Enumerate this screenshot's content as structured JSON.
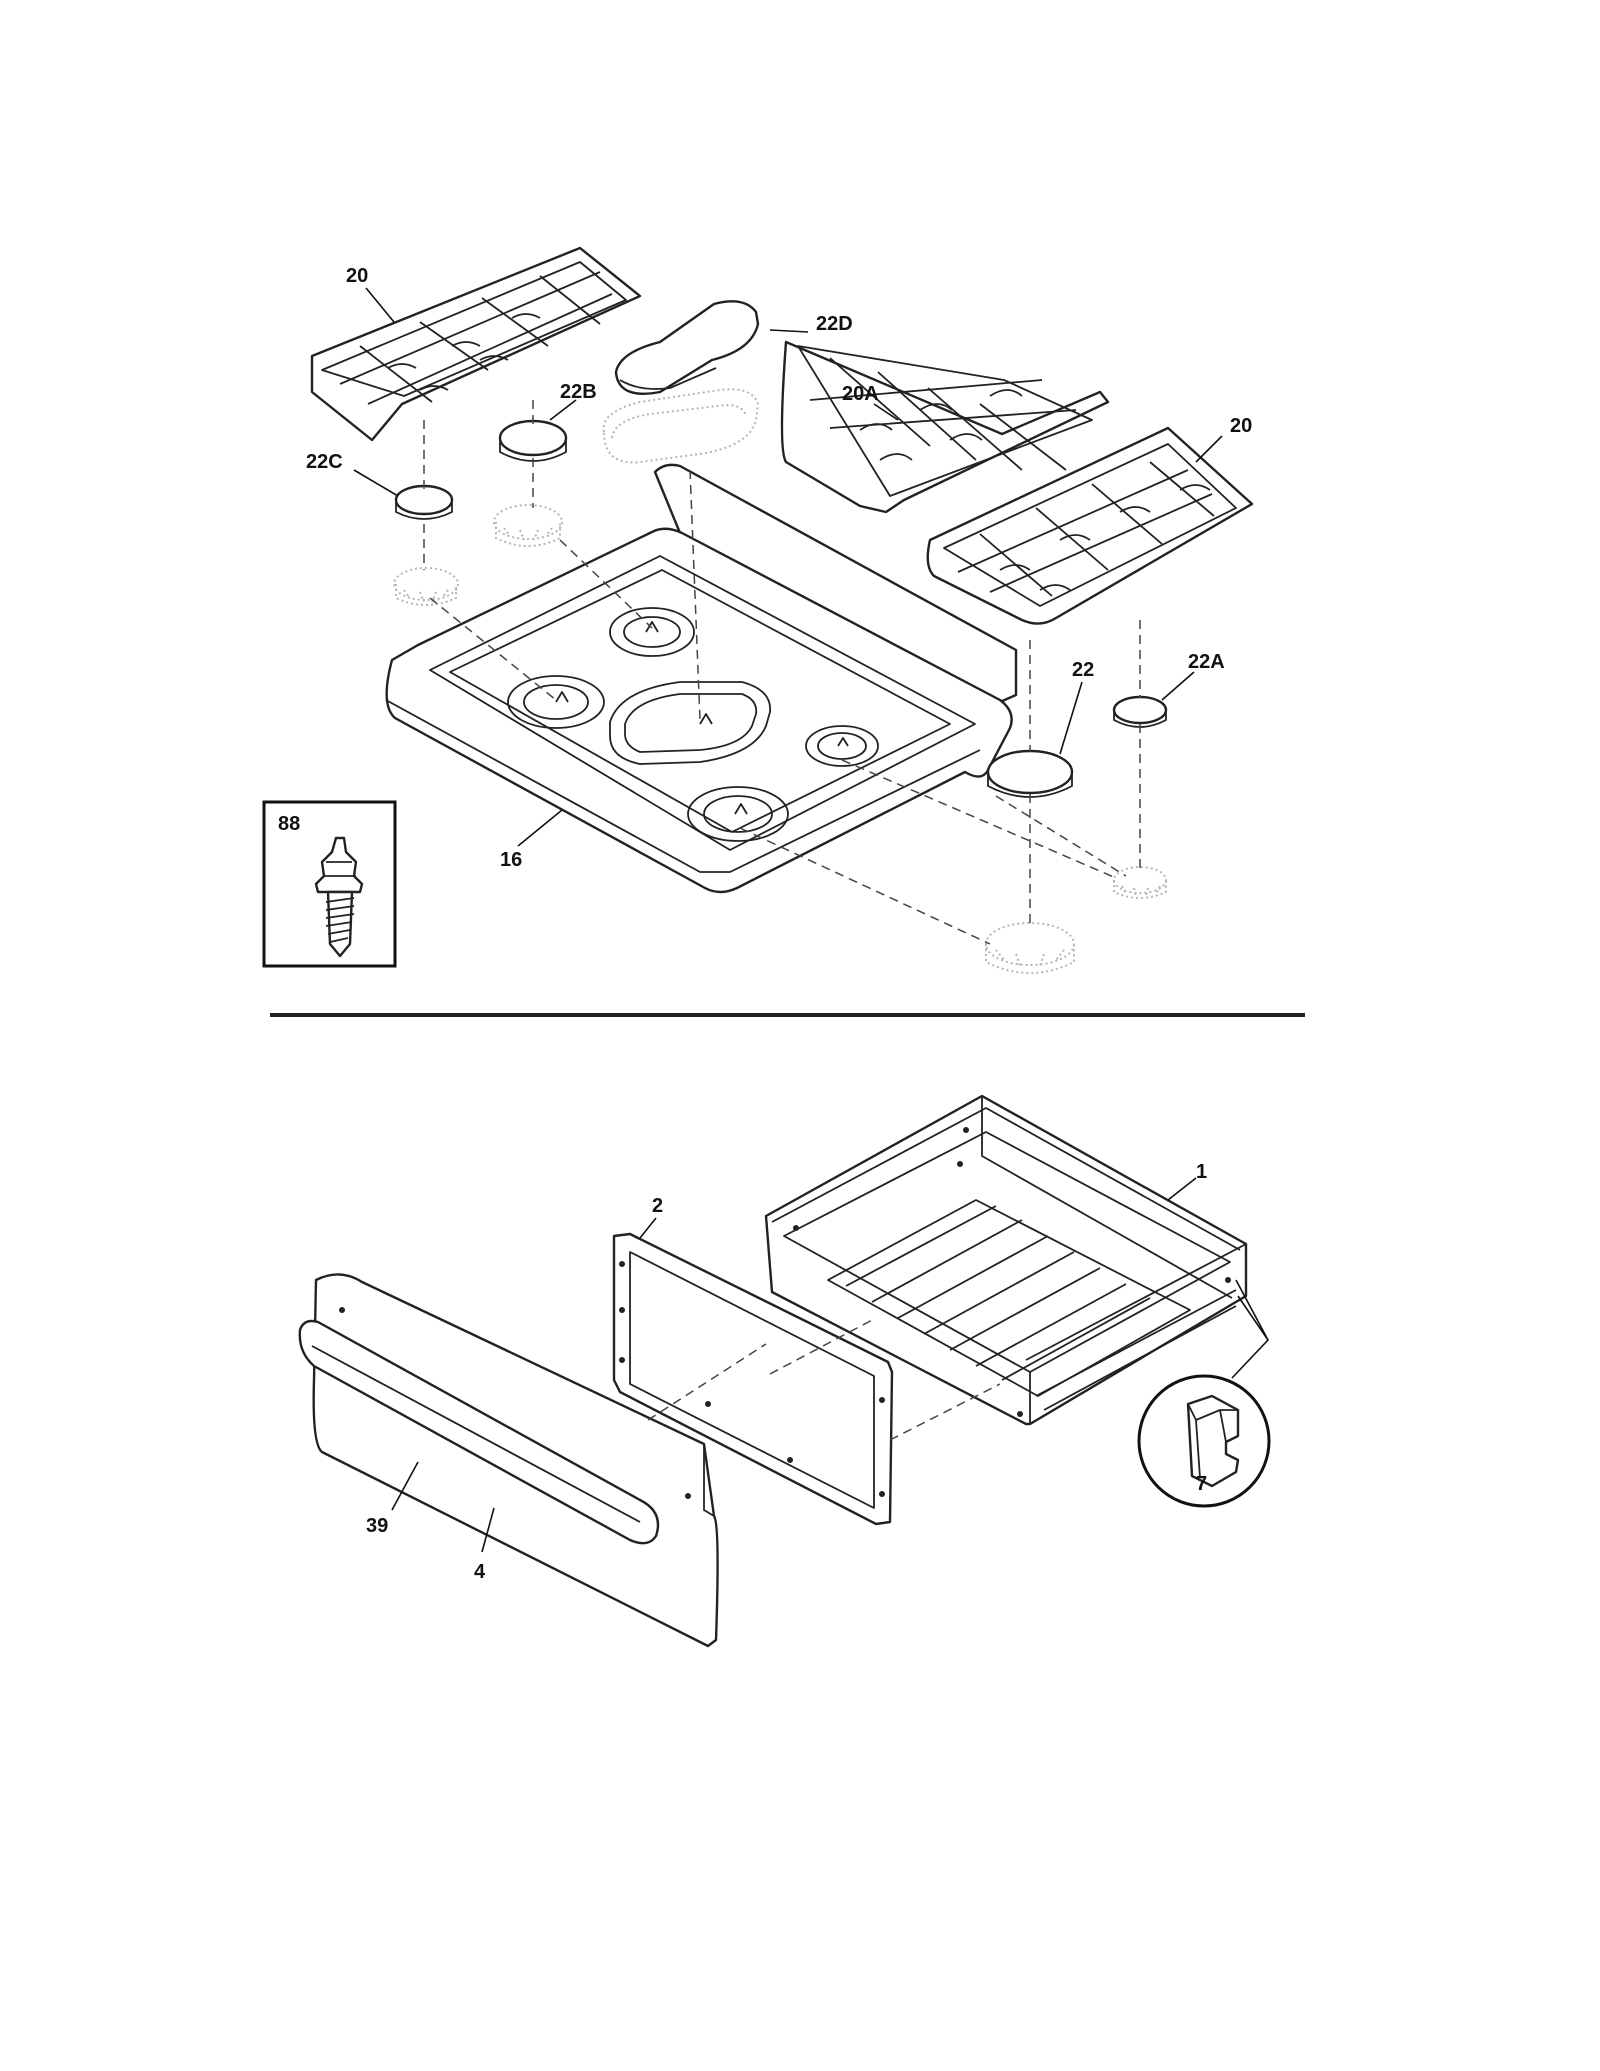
{
  "diagram": {
    "callouts": {
      "p20_left": "20",
      "p22D": "22D",
      "p22B": "22B",
      "p20A": "20A",
      "p20_right": "20",
      "p22C": "22C",
      "p22": "22",
      "p22A": "22A",
      "p88": "88",
      "p16": "16",
      "p1": "1",
      "p2": "2",
      "p7": "7",
      "p39": "39",
      "p4": "4"
    }
  }
}
